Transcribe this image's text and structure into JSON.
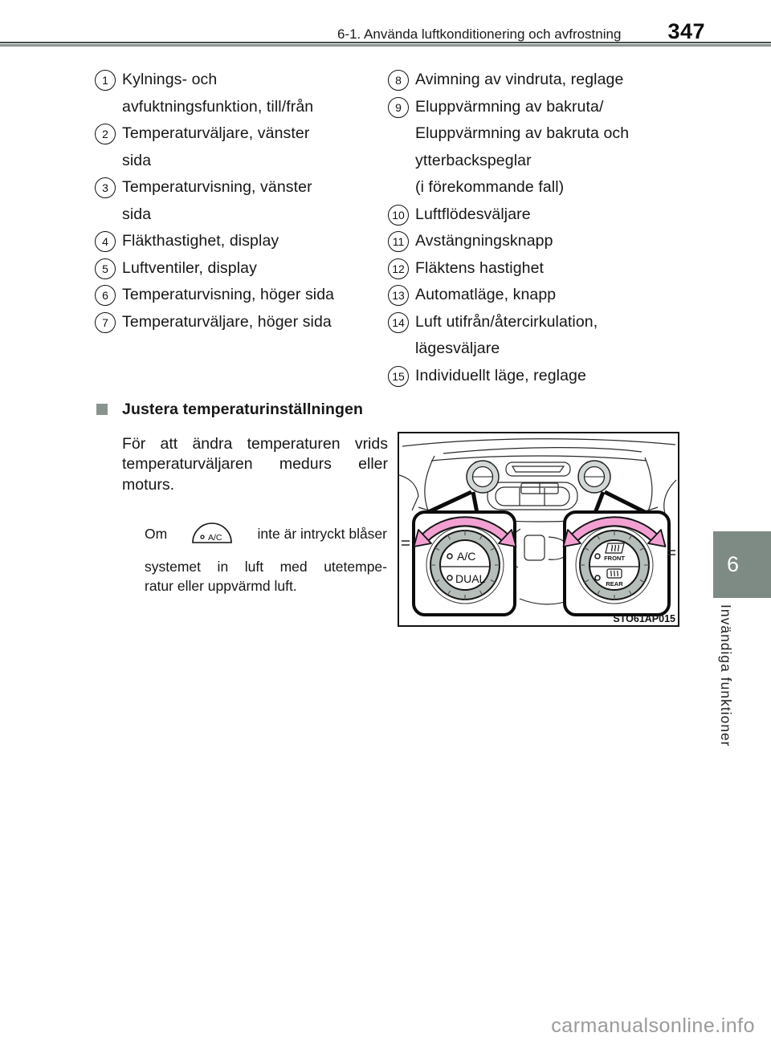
{
  "header": {
    "title": "6-1. Använda luftkonditionering och avfrostning",
    "page_number": "347"
  },
  "legend": {
    "left": [
      {
        "num": "1",
        "lines": [
          "Kylnings- och",
          "avfuktningsfunktion, till/från"
        ]
      },
      {
        "num": "2",
        "lines": [
          "Temperaturväljare, vänster",
          "sida"
        ]
      },
      {
        "num": "3",
        "lines": [
          "Temperaturvisning, vänster",
          "sida"
        ]
      },
      {
        "num": "4",
        "lines": [
          "Fläkthastighet, display"
        ]
      },
      {
        "num": "5",
        "lines": [
          "Luftventiler, display"
        ]
      },
      {
        "num": "6",
        "lines": [
          "Temperaturvisning, höger sida"
        ]
      },
      {
        "num": "7",
        "lines": [
          "Temperaturväljare, höger sida"
        ]
      }
    ],
    "right": [
      {
        "num": "8",
        "lines": [
          "Avimning av vindruta, reglage"
        ]
      },
      {
        "num": "9",
        "lines": [
          "Eluppvärmning av bakruta/",
          "Eluppvärmning av bakruta och",
          "ytterbackspeglar",
          "(i förekommande fall)"
        ]
      },
      {
        "num": "10",
        "lines": [
          "Luftflödesväljare"
        ]
      },
      {
        "num": "11",
        "lines": [
          "Avstängningsknapp"
        ]
      },
      {
        "num": "12",
        "lines": [
          "Fläktens hastighet"
        ]
      },
      {
        "num": "13",
        "lines": [
          "Automatläge, knapp"
        ]
      },
      {
        "num": "14",
        "lines": [
          "Luft utifrån/återcirkulation,",
          "lägesväljare"
        ]
      },
      {
        "num": "15",
        "lines": [
          "Individuellt läge, reglage"
        ]
      }
    ]
  },
  "section": {
    "title": "Justera temperaturinställningen",
    "paragraph_lines": [
      "För att ändra temperaturen vrids",
      "temperaturväljaren medurs eller",
      "moturs."
    ],
    "note": {
      "pre": "Om",
      "icon_label": "A/C",
      "post": "inte är intryckt blåser",
      "cont_lines": [
        "systemet in luft med utetempe-",
        "ratur eller uppvärmd luft."
      ]
    }
  },
  "illustration": {
    "code": "STO61AP015",
    "left_knob": {
      "top_label": "A/C",
      "bottom_label": "DUAL"
    },
    "right_knob": {
      "top_label": "FRONT",
      "bottom_label": "REAR"
    }
  },
  "sidebar": {
    "chapter": "6",
    "label": "Invändiga funktioner"
  },
  "watermark": {
    "text": "carmanualsonline.info"
  },
  "colors": {
    "accent_gray": "#7e8b85",
    "arrow_pink": "#f2a0d2",
    "knob_ring_gray": "#b6beba",
    "watermark_gray": "#9a9a9a"
  }
}
